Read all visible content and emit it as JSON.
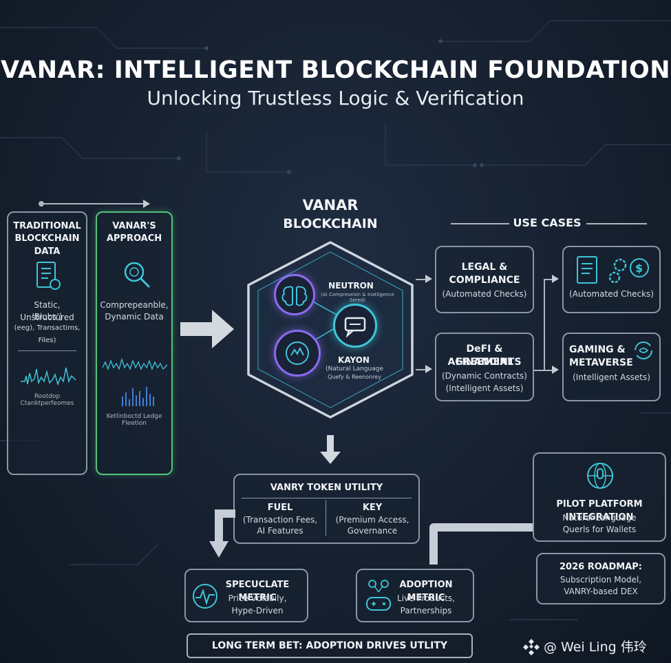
{
  "header": {
    "title": "VANAR: INTELLIGENT BLOCKCHAIN FOUNDATION",
    "subtitle": "Unlocking Trustless Logic & Verification"
  },
  "traditional": {
    "title_line1": "TRADITIONAL",
    "title_line2": "BLOCKCHAIN DATA",
    "desc_line1": "Static, Unstructured",
    "desc_line2": "'Blobs')",
    "desc_line3": "(eeg), Transactims, Files)",
    "chart_caption": "Rootdop Ctanktperfeomes"
  },
  "vanar_approach": {
    "title_line1": "VANAR'S",
    "title_line2": "APPROACH",
    "desc_line1": "Comprepeanble,",
    "desc_line2": "Dynamic Data",
    "chart_caption": "Ketlinboctd Ledge Fleetion"
  },
  "core": {
    "title_line1": "VANAR",
    "title_line2": "BLOCKCHAIN",
    "neutron_label": "NEUTRON",
    "neutron_sub": "(Ai Compreseion & Inatligence Sered)",
    "kayon_label": "KAYON",
    "kayon_sub1": "(Natural Language",
    "kayon_sub2": "Quefy & Reenonrey"
  },
  "use_cases": {
    "heading": "USE CASES",
    "legal": {
      "line1": "LEGAL &",
      "line2": "COMPLIANCE",
      "sub": "(Automated Checks)"
    },
    "automated": {
      "sub": "(Automated Checks)"
    },
    "defi": {
      "line1": "DeFI & FINANCIAL",
      "line2": "AGREEMENTS",
      "sub1": "(Dynamic Contracts)",
      "sub2": "(Intelligent Assets)"
    },
    "gaming": {
      "line1": "GAMING &",
      "line2": "METAVERSE",
      "sub": "(Intelligent Assets)"
    }
  },
  "token": {
    "title": "VANRY TOKEN UTILITY",
    "fuel_label": "FUEL",
    "fuel_sub1": "(Transaction Fees,",
    "fuel_sub2": "AI Features",
    "key_label": "KEY",
    "key_sub1": "(Premium Access,",
    "key_sub2": "Governance"
  },
  "pilot": {
    "title": "PILOT PLATFORM INTEGRATION",
    "sub1": "Natural Language",
    "sub2": "Querls for Wallets"
  },
  "roadmap": {
    "title": "2026 ROADMAP:",
    "sub1": "Subscription Model,",
    "sub2": "VANRY-based DEX"
  },
  "speculate": {
    "title": "SPECUCLATE METRIC",
    "sub1": "Price Vdlabily,",
    "sub2": "Hype-Driven"
  },
  "adoption": {
    "title": "ADOPTION METRIC",
    "sub1": "Live Products,",
    "sub2": "Partnerships"
  },
  "bottom_banner": "LONG TERM BET: ADOPTION DRIVES UTLITY",
  "watermark": "@ Wei Ling 伟玲",
  "colors": {
    "accent_green": "#54c47a",
    "accent_cyan": "#3fc6d9",
    "accent_purple": "#8a6cf0",
    "border_gray": "#8a96a8"
  }
}
